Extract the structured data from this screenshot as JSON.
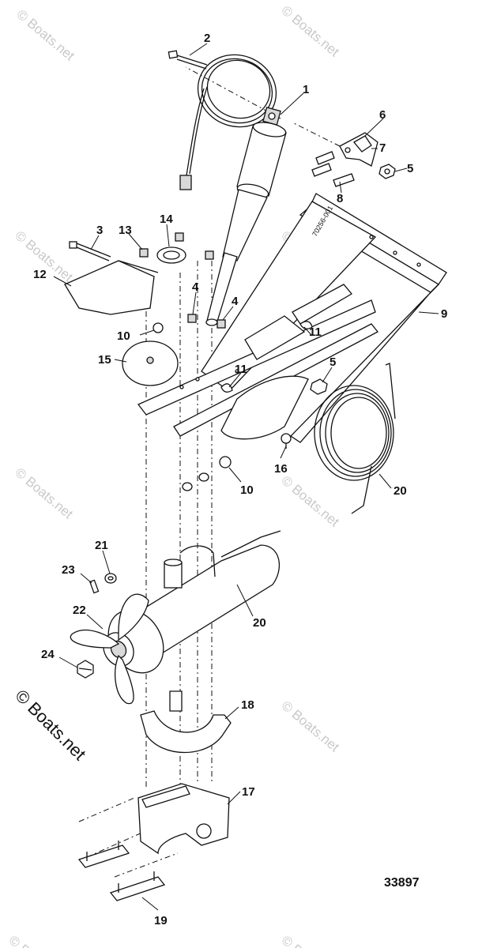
{
  "figure_id": "33897",
  "watermark": "© Boats.net",
  "callouts": [
    {
      "id": "c1",
      "text": "1"
    },
    {
      "id": "c2",
      "text": "2"
    },
    {
      "id": "c3",
      "text": "3"
    },
    {
      "id": "c4a",
      "text": "4"
    },
    {
      "id": "c4b",
      "text": "4"
    },
    {
      "id": "c5a",
      "text": "5"
    },
    {
      "id": "c5b",
      "text": "5"
    },
    {
      "id": "c6",
      "text": "6"
    },
    {
      "id": "c7",
      "text": "7"
    },
    {
      "id": "c8",
      "text": "8"
    },
    {
      "id": "c9",
      "text": "9"
    },
    {
      "id": "c10a",
      "text": "10"
    },
    {
      "id": "c10b",
      "text": "10"
    },
    {
      "id": "c11a",
      "text": "11"
    },
    {
      "id": "c11b",
      "text": "11"
    },
    {
      "id": "c12",
      "text": "12"
    },
    {
      "id": "c13",
      "text": "13"
    },
    {
      "id": "c14",
      "text": "14"
    },
    {
      "id": "c15",
      "text": "15"
    },
    {
      "id": "c16",
      "text": "16"
    },
    {
      "id": "c17",
      "text": "17"
    },
    {
      "id": "c18",
      "text": "18"
    },
    {
      "id": "c19",
      "text": "19"
    },
    {
      "id": "c20a",
      "text": "20"
    },
    {
      "id": "c20b",
      "text": "20"
    },
    {
      "id": "c21",
      "text": "21"
    },
    {
      "id": "c22",
      "text": "22"
    },
    {
      "id": "c23",
      "text": "23"
    },
    {
      "id": "c24",
      "text": "24"
    }
  ],
  "part_stamp": "70256-001"
}
